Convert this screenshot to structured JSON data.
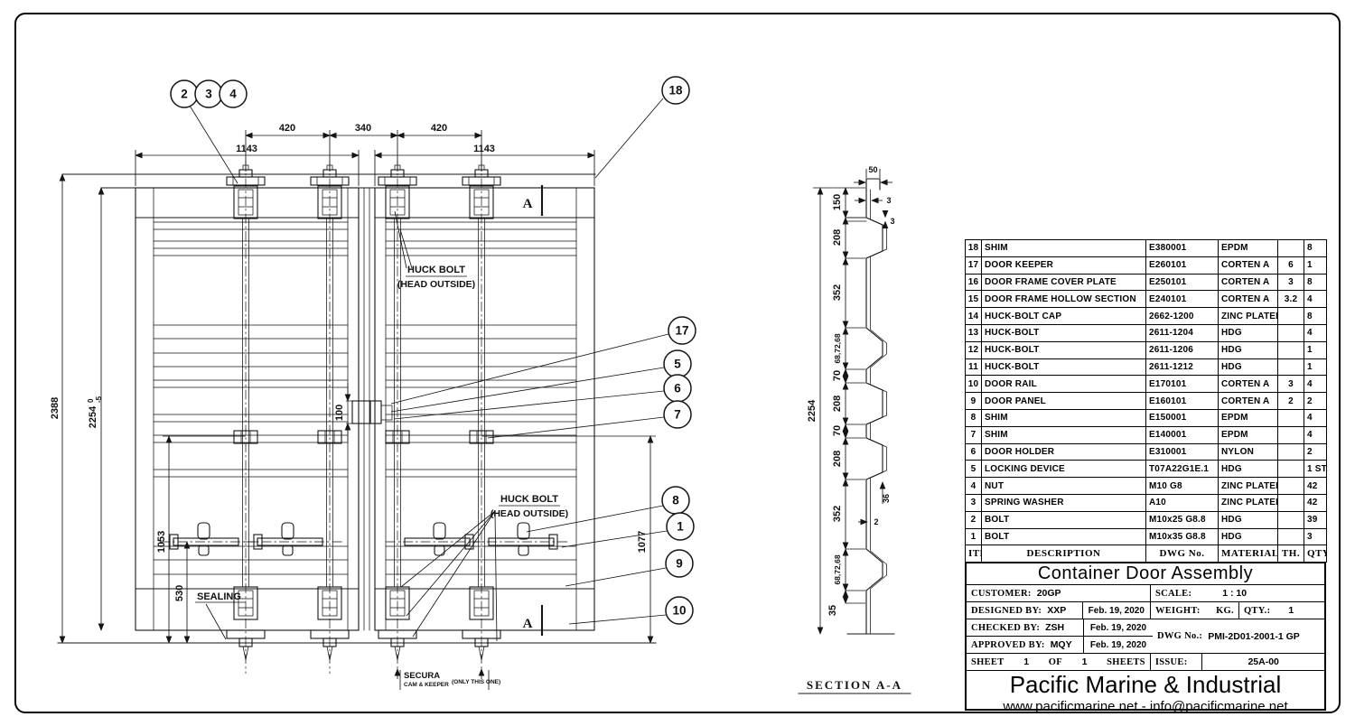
{
  "front_view": {
    "balloons": {
      "b2": "2",
      "b3": "3",
      "b4": "4",
      "b18": "18",
      "b17": "17",
      "b5": "5",
      "b6": "6",
      "b7": "7",
      "b8": "8",
      "b1": "1",
      "b9": "9",
      "b10": "10"
    },
    "dims": {
      "rod_spacing_left": "420",
      "rod_spacing_center": "340",
      "rod_spacing_right": "420",
      "door_width_left": "1143",
      "door_width_right": "1143",
      "overall_height": "2388",
      "door_height": "2254",
      "door_height_tol_hi": "0",
      "door_height_tol_lo": "-5",
      "handle_height": "1053",
      "sealing_height": "530",
      "keeper_height": "1077",
      "center_detail": "100"
    },
    "labels": {
      "huck_bolt": "HUCK BOLT",
      "head_outside": "(HEAD OUTSIDE)",
      "sealing": "SEALING",
      "secura": "SECURA",
      "secura_sub": "CAM & KEEPER",
      "secura_note": "(ONLY THIS ONE)",
      "section_marker": "A"
    }
  },
  "section_view": {
    "title": "SECTION A-A",
    "dims": {
      "overall": "2254",
      "top_width": "50",
      "d150": "150",
      "d208a": "208",
      "d352a": "352",
      "cluster_a": "68,72,68",
      "d70a": "70",
      "d208b": "208",
      "d70b": "70",
      "d208c": "208",
      "d352b": "352",
      "cluster_b": "68,72,68",
      "d35": "35",
      "t3a": "3",
      "t3b": "3",
      "d36": "36",
      "d2": "2"
    }
  },
  "bom": {
    "header": {
      "item": "ITEM",
      "description": "DESCRIPTION",
      "dwg_no": "DWG No.",
      "material": "MATERIAL",
      "th": "TH.",
      "qty": "QTY."
    },
    "rows": [
      [
        "18",
        "SHIM",
        "E380001",
        "EPDM",
        "",
        "8"
      ],
      [
        "17",
        "DOOR KEEPER",
        "E260101",
        "CORTEN A",
        "6",
        "1"
      ],
      [
        "16",
        "DOOR FRAME COVER PLATE",
        "E250101",
        "CORTEN A",
        "3",
        "8"
      ],
      [
        "15",
        "DOOR FRAME HOLLOW SECTION",
        "E240101",
        "CORTEN A",
        "3.2",
        "4"
      ],
      [
        "14",
        "HUCK-BOLT CAP",
        "2662-1200",
        "ZINC PLATED",
        "",
        "8"
      ],
      [
        "13",
        "HUCK-BOLT",
        "2611-1204",
        "HDG",
        "",
        "4"
      ],
      [
        "12",
        "HUCK-BOLT",
        "2611-1206",
        "HDG",
        "",
        "1"
      ],
      [
        "11",
        "HUCK-BOLT",
        "2611-1212",
        "HDG",
        "",
        "1"
      ],
      [
        "10",
        "DOOR RAIL",
        "E170101",
        "CORTEN A",
        "3",
        "4"
      ],
      [
        "9",
        "DOOR PANEL",
        "E160101",
        "CORTEN A",
        "2",
        "2"
      ],
      [
        "8",
        "SHIM",
        "E150001",
        "EPDM",
        "",
        "4"
      ],
      [
        "7",
        "SHIM",
        "E140001",
        "EPDM",
        "",
        "4"
      ],
      [
        "6",
        "DOOR HOLDER",
        "E310001",
        "NYLON",
        "",
        "2"
      ],
      [
        "5",
        "LOCKING DEVICE",
        "T07A22G1E.1",
        "HDG",
        "",
        "1 ST"
      ],
      [
        "4",
        "NUT",
        "M10 G8",
        "ZINC PLATED",
        "",
        "42"
      ],
      [
        "3",
        "SPRING WASHER",
        "A10",
        "ZINC PLATED",
        "",
        "42"
      ],
      [
        "2",
        "BOLT",
        "M10x25 G8.8",
        "HDG",
        "",
        "39"
      ],
      [
        "1",
        "BOLT",
        "M10x35 G8.8",
        "HDG",
        "",
        "3"
      ]
    ]
  },
  "title_block": {
    "title": "Container Door Assembly",
    "customer_label": "CUSTOMER:",
    "customer_value": "20GP",
    "scale_label": "SCALE:",
    "scale_value": "1 : 10",
    "designed_label": "DESIGNED BY:",
    "designed_value": "XXP",
    "designed_date": "Feb. 19, 2020",
    "weight_label": "WEIGHT:",
    "weight_unit": "KG.",
    "qty_label": "QTY.:",
    "qty_value": "1",
    "checked_label": "CHECKED BY:",
    "checked_value": "ZSH",
    "checked_date": "Feb. 19, 2020",
    "dwg_label": "DWG No.:",
    "dwg_value": "PMI-2D01-2001-1 GP",
    "approved_label": "APPROVED BY:",
    "approved_value": "MQY",
    "approved_date": "Feb. 19, 2020",
    "sheet_label": "SHEET",
    "sheet_num": "1",
    "of_label": "OF",
    "sheet_total": "1",
    "sheets_label": "SHEETS",
    "issue_label": "ISSUE:",
    "issue_value": "25A-00",
    "company": "Pacific Marine & Industrial",
    "contact": "www.pacificmarine.net - info@pacificmarine.net"
  }
}
